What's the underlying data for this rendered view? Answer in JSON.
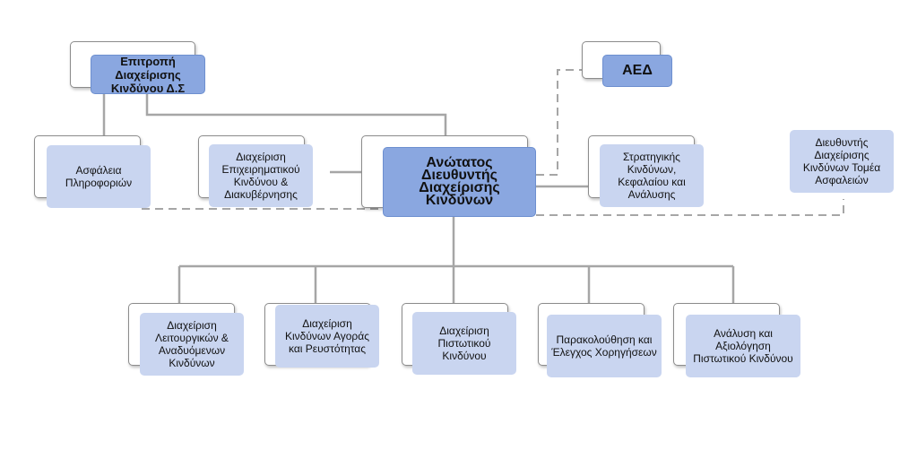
{
  "colors": {
    "dark_box": "#8aa7e0",
    "light_box": "#c9d5f0",
    "line": "#a6a6a6",
    "dashed_line": "#a6a6a6"
  },
  "nodes": {
    "committee": "Επιτροπή Διαχείρισης Κινδύνου Δ.Σ",
    "aed": "ΑΕΔ",
    "info_security": "Ασφάλεια Πληροφοριών",
    "business_risk": "Διαχείριση Επιχειρηματικού Κινδύνου & Διακυβέρνησης",
    "cro": "Ανώτατος Διευθυντής Διαχείρισης Κινδύνων",
    "strategic_risk": "Στρατηγικής Κινδύνων, Κεφαλαίου και Ανάλυσης",
    "insurance_risk_director": "Διευθυντής Διαχείρισης Κινδύνων Τομέα Ασφαλειών",
    "operational_risk": "Διαχείριση Λειτουργικών & Αναδυόμενων Κινδύνων",
    "market_liquidity_risk": "Διαχείριση Κινδύνων Αγοράς και Ρευστότητας",
    "credit_risk_mgmt": "Διαχείριση Πιστωτικού Κινδύνου",
    "credit_monitoring": "Παρακολούθηση και Έλεγχος Χορηγήσεων",
    "credit_risk_analysis": "Ανάλυση και Αξιολόγηση Πιστωτικού Κινδύνου"
  }
}
